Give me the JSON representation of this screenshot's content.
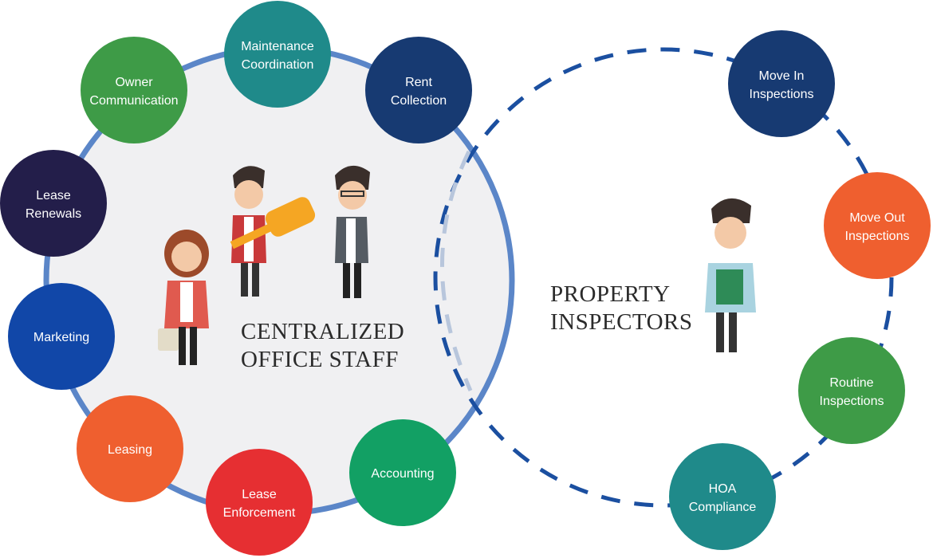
{
  "office": {
    "title_line1": "CENTRALIZED",
    "title_line2": "OFFICE STAFF",
    "bubbles": [
      {
        "line1": "Maintenance",
        "line2": "Coordination",
        "color": "#1f8a8a"
      },
      {
        "line1": "Rent",
        "line2": "Collection",
        "color": "#173a72"
      },
      {
        "line1": "Owner",
        "line2": "Communication",
        "color": "#3e9b47"
      },
      {
        "line1": "Lease",
        "line2": "Renewals",
        "color": "#231e4a"
      },
      {
        "line1": "Marketing",
        "line2": "",
        "color": "#1147a8"
      },
      {
        "line1": "Leasing",
        "line2": "",
        "color": "#ef5f2f"
      },
      {
        "line1": "Lease",
        "line2": "Enforcement",
        "color": "#e62f32"
      },
      {
        "line1": "Accounting",
        "line2": "",
        "color": "#12a064"
      }
    ]
  },
  "inspectors": {
    "title_line1": "PROPERTY",
    "title_line2": "INSPECTORS",
    "bubbles": [
      {
        "line1": "Move In",
        "line2": "Inspections",
        "color": "#173a72"
      },
      {
        "line1": "Move Out",
        "line2": "Inspections",
        "color": "#ef5f2f"
      },
      {
        "line1": "Routine",
        "line2": "Inspections",
        "color": "#3e9b47"
      },
      {
        "line1": "HOA",
        "line2": "Compliance",
        "color": "#1f8a8a"
      }
    ]
  },
  "colors": {
    "office_ring": "#5b86c8",
    "office_fill": "#f0f0f2",
    "inspector_dash": "#1b4fa0"
  }
}
